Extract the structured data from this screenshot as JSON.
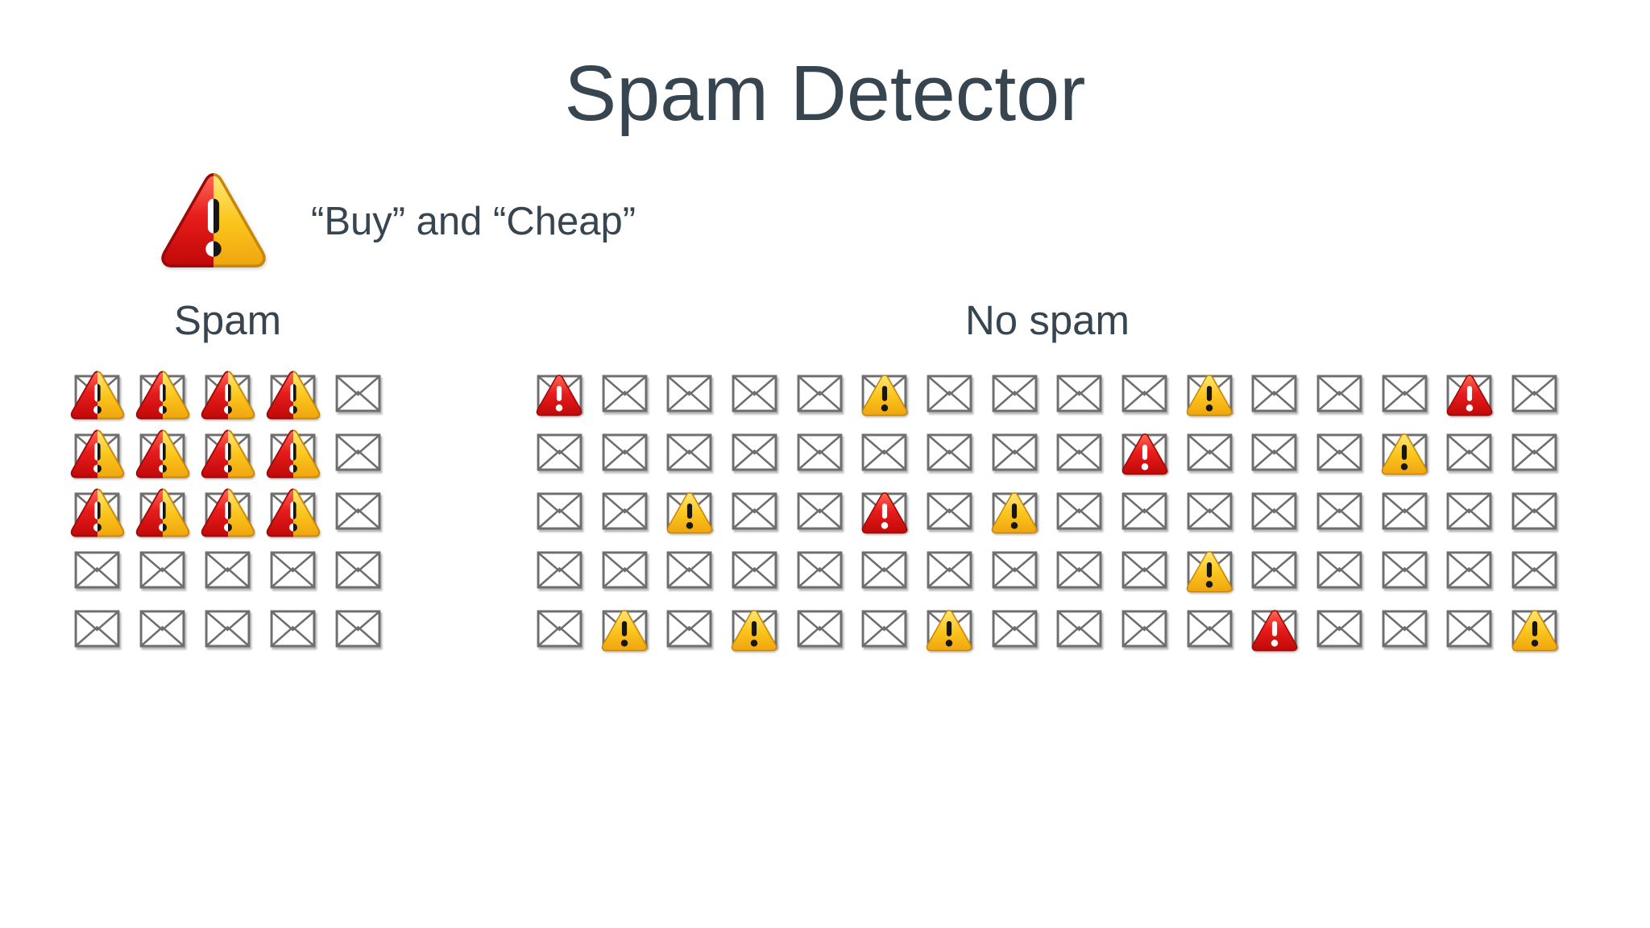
{
  "title": "Spam Detector",
  "legend": {
    "icon": "half-red-half-yellow-warning-icon",
    "text": "“Buy” and “Cheap”"
  },
  "colors": {
    "heading_text": "#36454f",
    "background": "#ffffff",
    "red_warning": "#d31212",
    "yellow_warning": "#f7c41d",
    "envelope_outline": "#6e6e6e",
    "exclamation_on_red": "#ffffff",
    "exclamation_on_yellow": "#161616"
  },
  "icons": {
    "env": "envelope-icon",
    "red": "red-warning-icon",
    "yellow": "yellow-warning-icon",
    "spam": "half-red-half-yellow-warning-icon"
  },
  "sections": [
    {
      "id": "spam",
      "label": "Spam",
      "columns": 5,
      "rows": 5,
      "cells": [
        [
          "spam",
          "spam",
          "spam",
          "spam",
          "env"
        ],
        [
          "spam",
          "spam",
          "spam",
          "spam",
          "env"
        ],
        [
          "spam",
          "spam",
          "spam",
          "spam",
          "env"
        ],
        [
          "env",
          "env",
          "env",
          "env",
          "env"
        ],
        [
          "env",
          "env",
          "env",
          "env",
          "env"
        ]
      ]
    },
    {
      "id": "no-spam",
      "label": "No spam",
      "columns": 16,
      "rows": 5,
      "cells": [
        [
          "red",
          "env",
          "env",
          "env",
          "env",
          "yellow",
          "env",
          "env",
          "env",
          "env",
          "yellow",
          "env",
          "env",
          "env",
          "red",
          "env"
        ],
        [
          "env",
          "env",
          "env",
          "env",
          "env",
          "env",
          "env",
          "env",
          "env",
          "red",
          "env",
          "env",
          "env",
          "yellow",
          "env",
          "env"
        ],
        [
          "env",
          "env",
          "yellow",
          "env",
          "env",
          "red",
          "env",
          "yellow",
          "env",
          "env",
          "env",
          "env",
          "env",
          "env",
          "env",
          "env"
        ],
        [
          "env",
          "env",
          "env",
          "env",
          "env",
          "env",
          "env",
          "env",
          "env",
          "env",
          "yellow",
          "env",
          "env",
          "env",
          "env",
          "env"
        ],
        [
          "env",
          "yellow",
          "env",
          "yellow",
          "env",
          "env",
          "yellow",
          "env",
          "env",
          "env",
          "env",
          "red",
          "env",
          "env",
          "env",
          "yellow"
        ]
      ]
    }
  ]
}
